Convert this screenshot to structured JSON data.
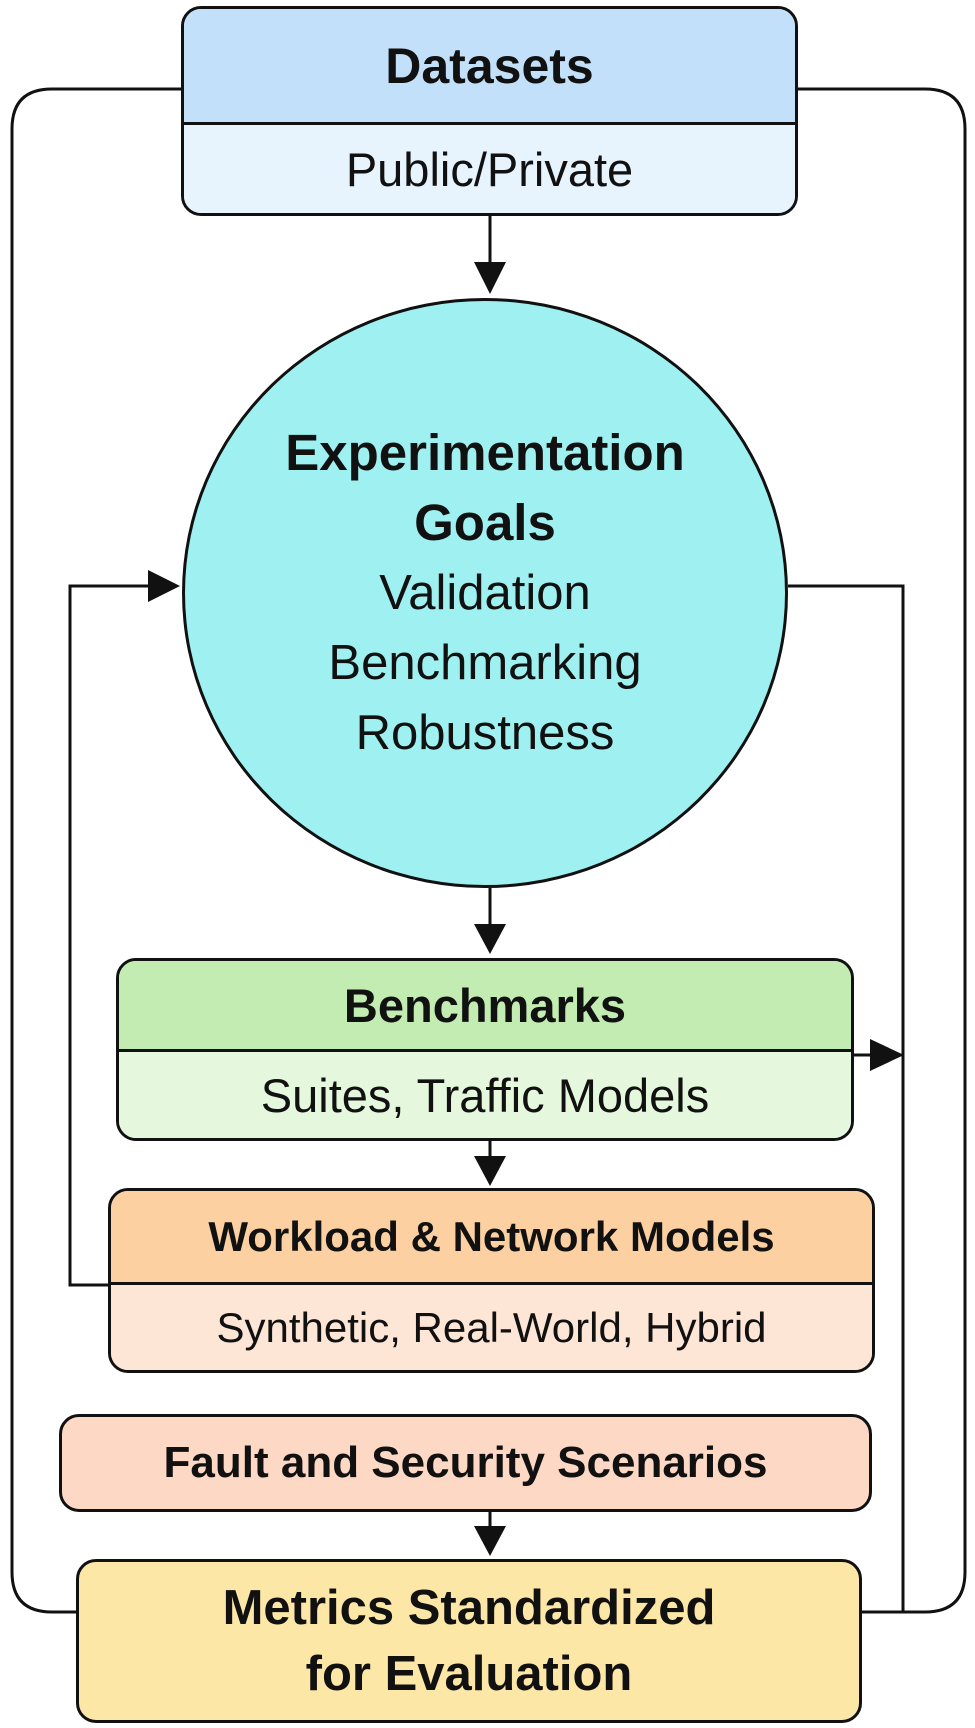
{
  "datasets": {
    "title": "Datasets",
    "subtitle": "Public/Private"
  },
  "goals": {
    "title_line1": "Experimentation",
    "title_line2": "Goals",
    "items": [
      "Validation",
      "Benchmarking",
      "Robustness"
    ]
  },
  "benchmarks": {
    "title": "Benchmarks",
    "subtitle": "Suites, Traffic Models"
  },
  "workload": {
    "title": "Workload & Network Models",
    "subtitle": "Synthetic, Real-World, Hybrid"
  },
  "fault": {
    "title": "Fault and Security Scenarios"
  },
  "metrics": {
    "line1": "Metrics Standardized",
    "line2": "for Evaluation"
  },
  "colors": {
    "datasets_header": "#c3e0fa",
    "datasets_body": "#e7f3fd",
    "goals_fill": "#9ff0f0",
    "benchmarks_header": "#c2ecb1",
    "benchmarks_body": "#e5f7dd",
    "workload_header": "#fcd0a1",
    "workload_body": "#fde6d6",
    "fault_fill": "#fdd8c4",
    "metrics_fill": "#fde7a6",
    "line": "#111111"
  }
}
